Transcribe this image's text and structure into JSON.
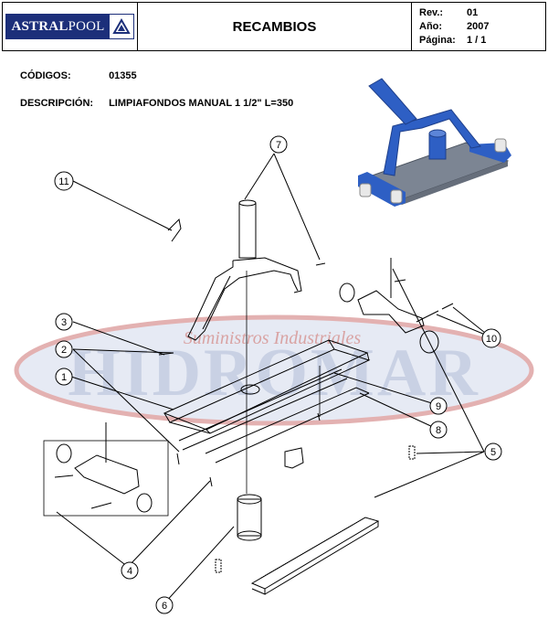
{
  "header": {
    "brand_bold": "ASTRAL",
    "brand_light": "POOL",
    "title": "RECAMBIOS",
    "meta": [
      {
        "label": "Rev.:",
        "value": "01"
      },
      {
        "label": "Año:",
        "value": "2007"
      },
      {
        "label": "Página:",
        "value": "1 / 1"
      }
    ]
  },
  "product": {
    "codes_label": "CÓDIGOS:",
    "codes_value": "01355",
    "description_label": "DESCRIPCIÓN:",
    "description_value": "LIMPIAFONDOS MANUAL 1 1/2\" L=350"
  },
  "watermark": {
    "brand": "HIDROMAR",
    "tagline": "Suministros Industriales"
  },
  "callouts": [
    "1",
    "2",
    "3",
    "4",
    "5",
    "6",
    "7",
    "8",
    "9",
    "10",
    "11"
  ],
  "colors": {
    "logo_blue": "#1c2f7a",
    "product_blue": "#2e5fc4",
    "watermark_red": "#d9a3a3",
    "watermark_blue": "#c9d1e4"
  }
}
